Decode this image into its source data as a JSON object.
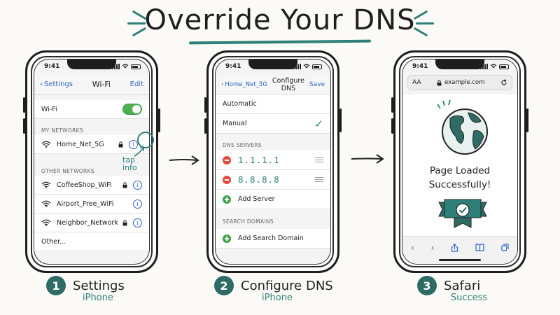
{
  "title": "Override Your DNS",
  "colors": {
    "accent": "#2e7f77",
    "ios_blue": "#2f64c8",
    "toggle_on": "#4caf50",
    "delete_red": "#e04a3b",
    "add_green": "#3fa24a"
  },
  "steps": [
    {
      "number": "1",
      "title": "Settings",
      "subtitle": "iPhone"
    },
    {
      "number": "2",
      "title": "Configure DNS",
      "subtitle": "iPhone"
    },
    {
      "number": "3",
      "title": "Safari",
      "subtitle": "Success"
    }
  ],
  "phone1": {
    "time": "9:41",
    "nav": {
      "back": "Settings",
      "title": "Wi-Fi",
      "action": "Edit"
    },
    "wifi_label": "Wi-Fi",
    "wifi_on": true,
    "my_networks_label": "MY NETWORKS",
    "my_networks": [
      {
        "name": "Home_Net_5G",
        "locked": true
      }
    ],
    "other_networks_label": "OTHER NETWORKS",
    "other_networks": [
      {
        "name": "CoffeeShop_WiFi",
        "locked": true
      },
      {
        "name": "Airport_Free_WiFi",
        "locked": false
      },
      {
        "name": "Neighbor_Network",
        "locked": true
      }
    ],
    "other_label": "Other...",
    "annotation": "tap\ninfo"
  },
  "phone2": {
    "time": "9:41",
    "nav": {
      "back": "Home_Net_5G",
      "title": "Configure DNS",
      "action": "Save"
    },
    "modes": [
      "Automatic",
      "Manual"
    ],
    "selected_mode": "Manual",
    "dns_servers_label": "DNS SERVERS",
    "dns_servers": [
      "1.1.1.1",
      "8.8.8.8"
    ],
    "add_server": "Add Server",
    "search_domains_label": "SEARCH DOMAINS",
    "add_search_domain": "Add Search Domain"
  },
  "phone3": {
    "time": "9:41",
    "url_aa": "AA",
    "url": "example.com",
    "message_line1": "Page Loaded",
    "message_line2": "Successfully!",
    "icons": [
      "back-icon",
      "forward-icon",
      "share-icon",
      "bookmarks-icon",
      "tabs-icon"
    ]
  }
}
